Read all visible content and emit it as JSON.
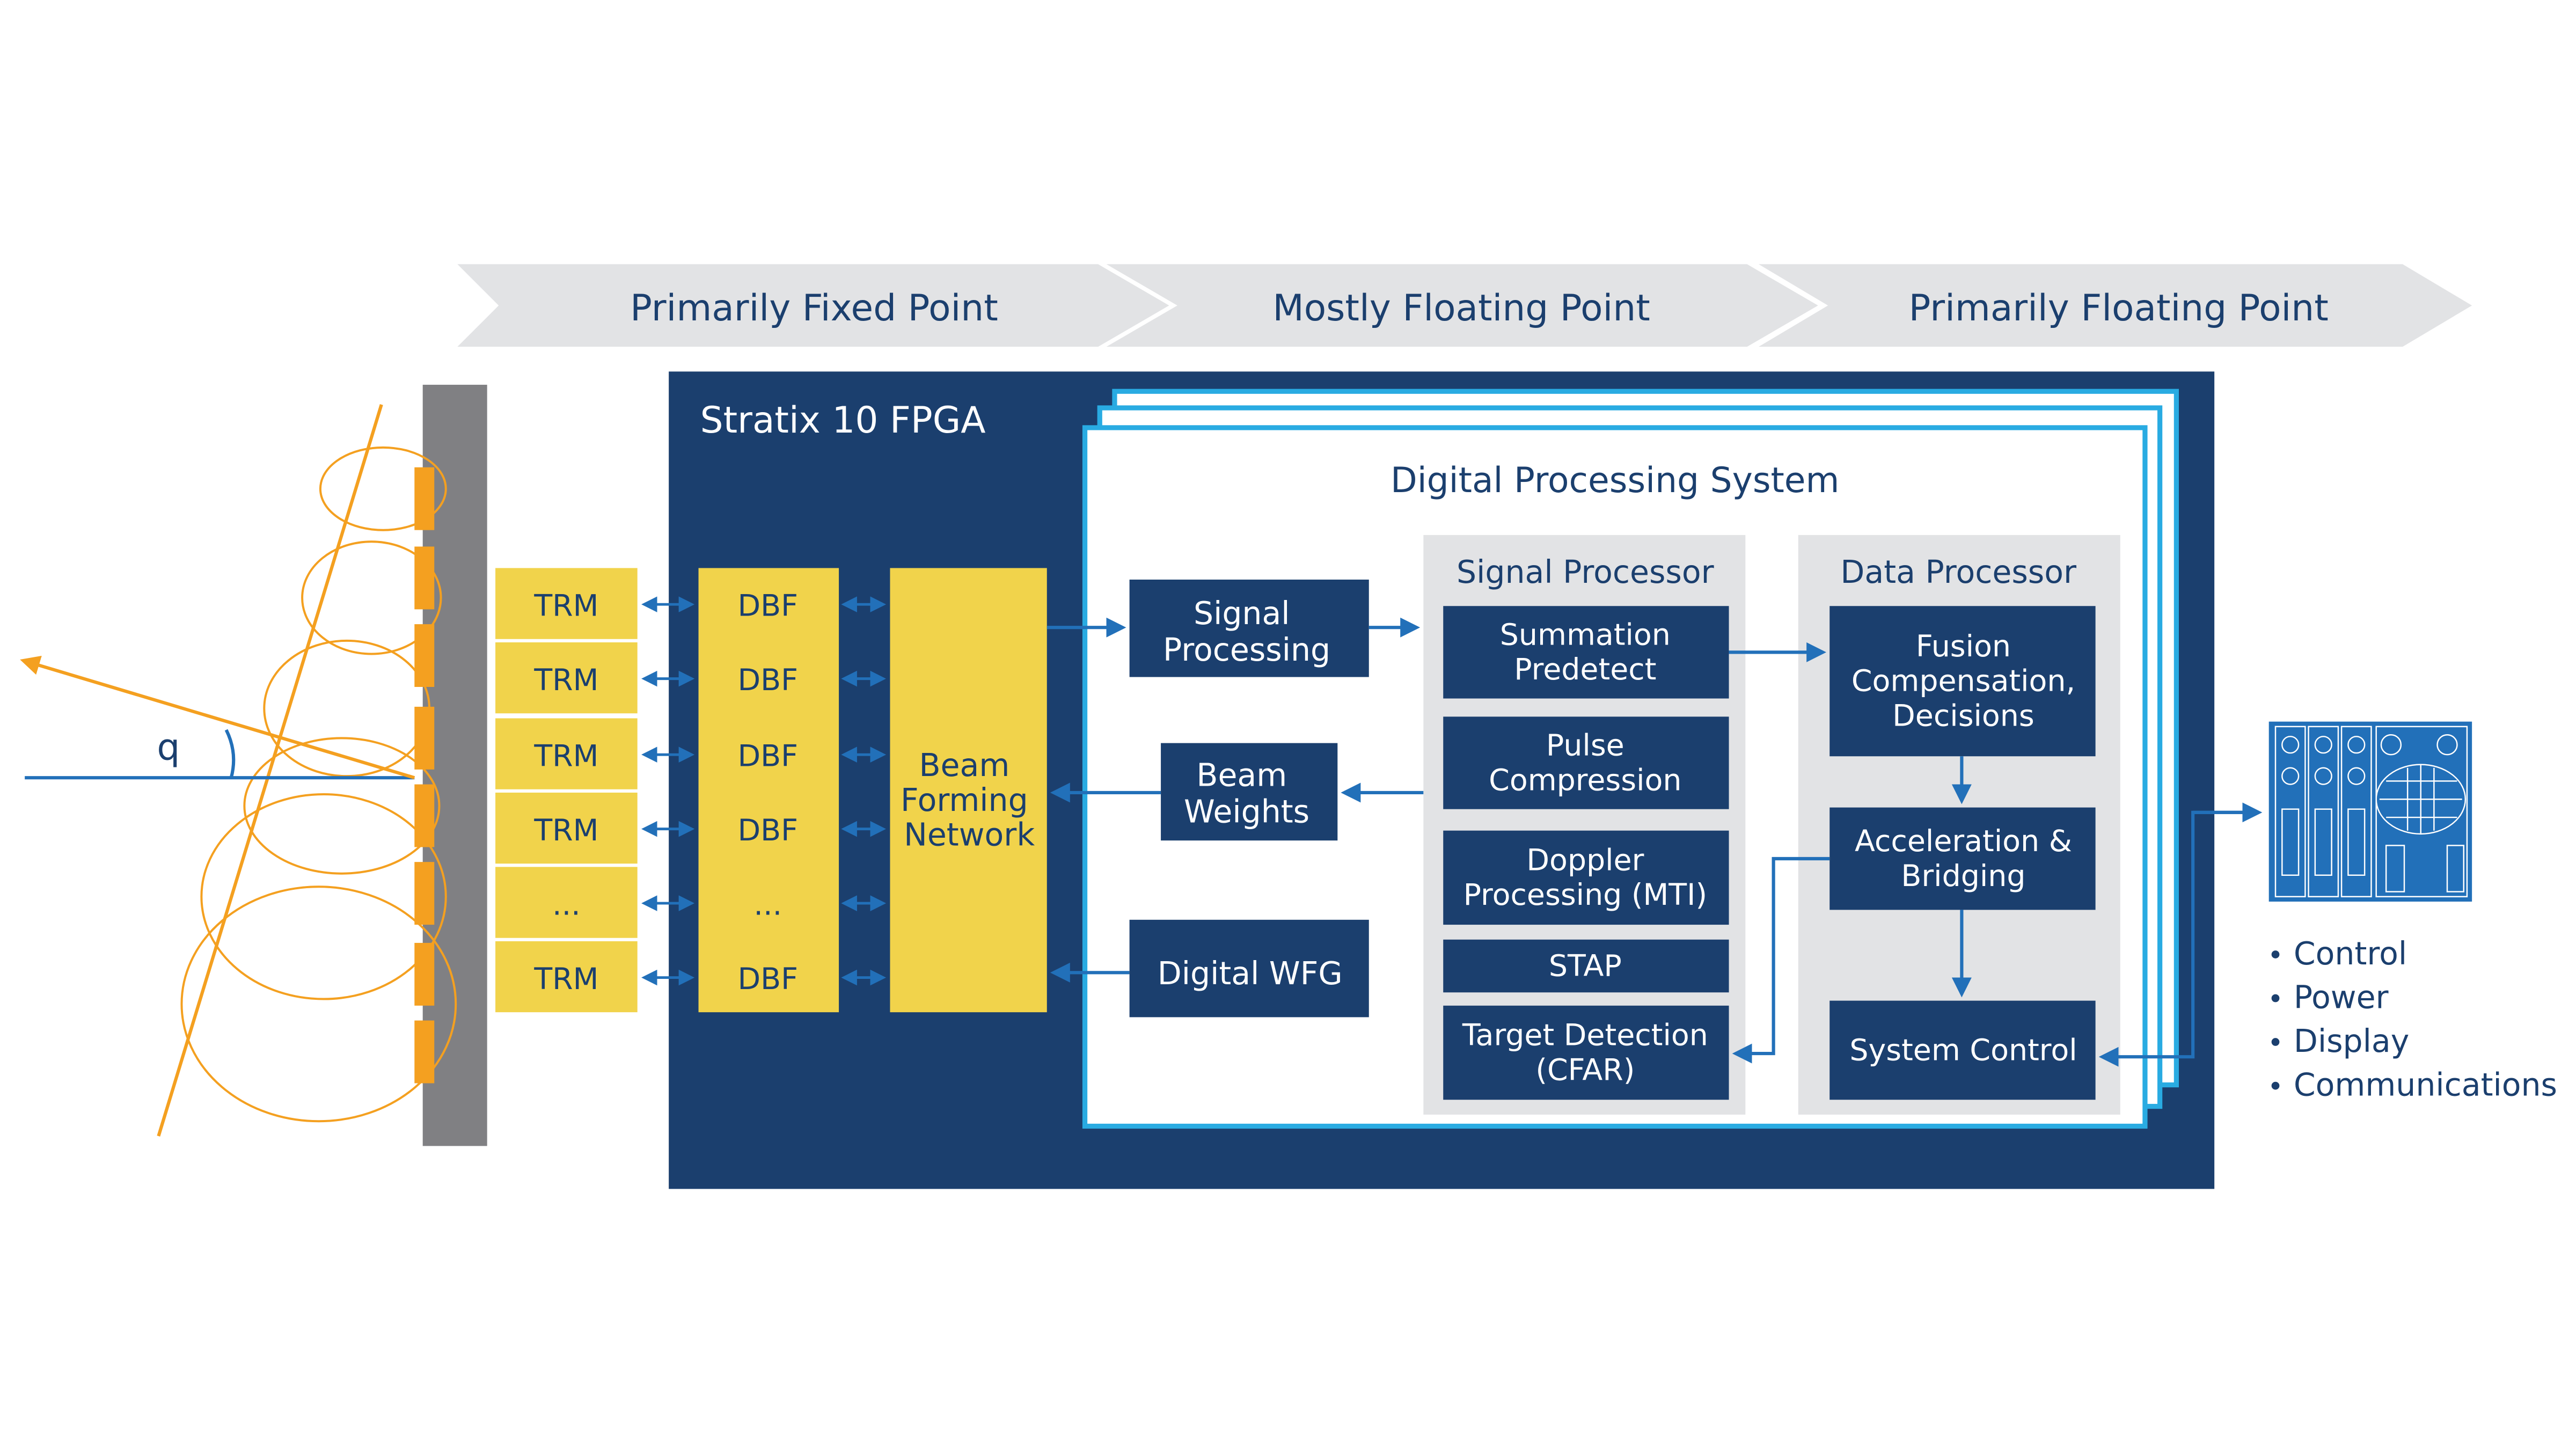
{
  "stages": [
    {
      "label": "Primarily Fixed Point"
    },
    {
      "label": "Mostly Floating Point"
    },
    {
      "label": "Primarily Floating Point"
    }
  ],
  "antenna": {
    "angle_label": "q"
  },
  "trm": [
    "TRM",
    "TRM",
    "TRM",
    "TRM",
    "...",
    "TRM"
  ],
  "fpga": {
    "title": "Stratix 10 FPGA",
    "dbf": [
      "DBF",
      "DBF",
      "DBF",
      "DBF",
      "...",
      "DBF"
    ],
    "bfn": [
      "Beam",
      "Forming",
      "Network"
    ]
  },
  "dps": {
    "title": "Digital Processing System",
    "signal_processing": [
      "Signal",
      "Processing"
    ],
    "beam_weights": [
      "Beam",
      "Weights"
    ],
    "digital_wfg": "Digital WFG",
    "signal_processor": {
      "title": "Signal Processor",
      "blocks": [
        [
          "Summation",
          "Predetect"
        ],
        [
          "Pulse",
          "Compression"
        ],
        [
          "Doppler",
          "Processing (MTI)"
        ],
        [
          "STAP"
        ],
        [
          "Target Detection",
          "(CFAR)"
        ]
      ]
    },
    "data_processor": {
      "title": "Data Processor",
      "blocks": [
        [
          "Fusion",
          "Compensation,",
          "Decisions"
        ],
        [
          "Acceleration &",
          "Bridging"
        ],
        [
          "System Control"
        ]
      ]
    }
  },
  "external": {
    "bullets": [
      "Control",
      "Power",
      "Display",
      "Communications"
    ]
  },
  "colors": {
    "navy": "#1b3f6e",
    "yellow": "#f1d34b",
    "orange": "#f4a020",
    "arrow_blue": "#2270b9",
    "frame_cyan": "#29abe2",
    "panel_gray": "#e2e3e5",
    "antenna_gray": "#808083"
  }
}
